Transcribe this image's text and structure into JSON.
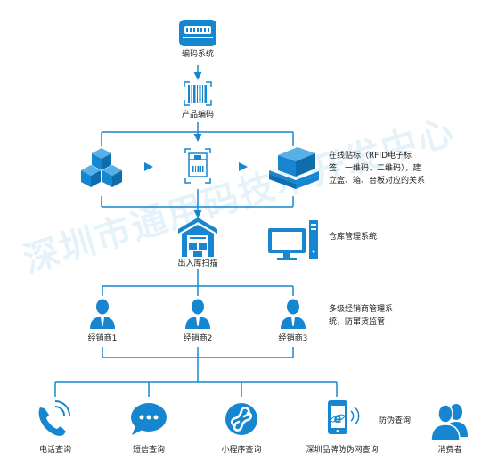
{
  "colors": {
    "primary": "#1786d1",
    "line": "#1786d1",
    "text": "#1f1f1f"
  },
  "nodes": {
    "encoding_system": {
      "label": "编码系统",
      "icon": "server-icon"
    },
    "product_code": {
      "label": "产品编码",
      "icon": "barcode-icon"
    },
    "package_flow": {
      "icons": [
        "boxes-icon",
        "carton-icon",
        "pallet-icon"
      ]
    },
    "warehouse_scan": {
      "label": "出入库扫描",
      "icon": "warehouse-icon"
    },
    "warehouse_mgmt": {
      "label": "仓库管理系统",
      "icon": "computer-icon"
    },
    "distributors": [
      {
        "label": "经销商1",
        "icon": "person-icon"
      },
      {
        "label": "经销商2",
        "icon": "person-icon"
      },
      {
        "label": "经销商3",
        "icon": "person-icon"
      }
    ],
    "queries": [
      {
        "label": "电话查询",
        "icon": "phone-icon"
      },
      {
        "label": "短信查询",
        "icon": "sms-icon"
      },
      {
        "label": "小程序查询",
        "icon": "mini-program-icon"
      },
      {
        "label": "深圳品牌防伪网查询",
        "icon": "mobile-browser-icon"
      }
    ],
    "consumer": {
      "label": "消费者",
      "icon": "consumers-icon"
    },
    "anti_fake_query": {
      "label": "防伪查询"
    }
  },
  "notes": {
    "tagging_line1": "在线贴标（RFID电子标",
    "tagging_line2": "签、一维码、二维码），建",
    "tagging_line3": "立盒、箱、台板对应的关系",
    "distributor_line1": "多级经销商管理系",
    "distributor_line2": "统，防窜货监管"
  },
  "watermark": "深圳市通用码技术开发中心"
}
